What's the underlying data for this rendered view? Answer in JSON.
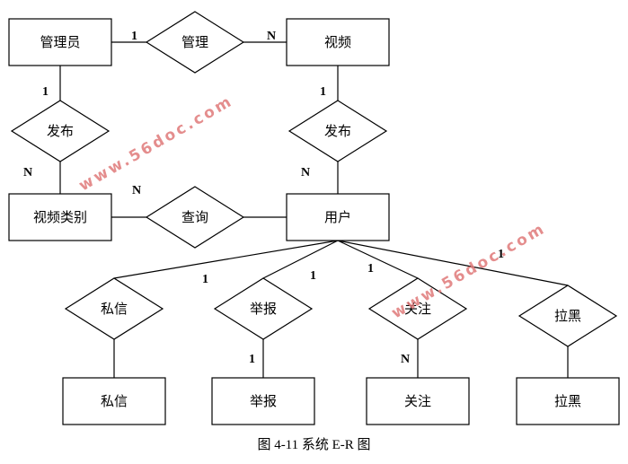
{
  "entities": {
    "admin": "管理员",
    "video": "视频",
    "video_category": "视频类别",
    "user": "用户",
    "private_msg": "私信",
    "report": "举报",
    "follow": "关注",
    "blacklist": "拉黑"
  },
  "relationships": {
    "manage": "管理",
    "admin_publish": "发布",
    "user_publish": "发布",
    "query": "查询",
    "private_msg": "私信",
    "report": "举报",
    "follow": "关注",
    "blacklist": "拉黑"
  },
  "cardinalities": {
    "admin_manage": "1",
    "manage_video": "N",
    "admin_publish_top": "1",
    "admin_publish_bottom": "N",
    "video_publish_top": "1",
    "video_publish_bottom": "N",
    "category_query": "N",
    "user_private": "1",
    "user_report": "1",
    "user_follow": "1",
    "user_blacklist": "1",
    "report_entity": "1",
    "follow_entity": "N"
  },
  "watermark": "www.56doc.com",
  "caption": "图 4-11 系统 E-R 图"
}
